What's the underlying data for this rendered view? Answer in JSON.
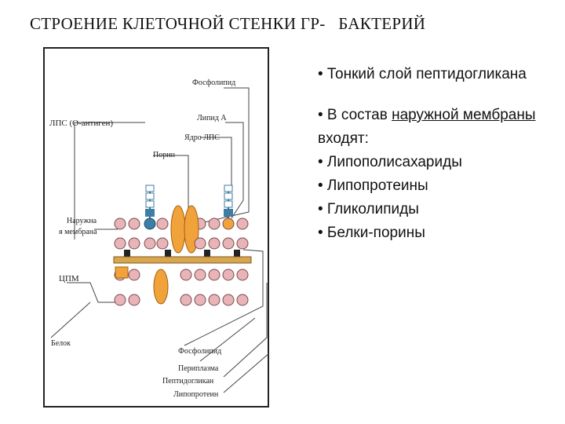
{
  "title": "СТРОЕНИЕ КЛЕТОЧНОЙ СТЕНКИ ГР-   БАКТЕРИЙ",
  "figure": {
    "labels": {
      "phospholipid_top": "Фосфолипид",
      "lipid_a": "Липид А",
      "lps": "ЛПС (О-антиген)",
      "lps_core": "Ядро ЛПС",
      "porin": "Порин",
      "outer_membrane_1": "Наружна",
      "outer_membrane_2": "я мембрана",
      "cpm": "ЦПМ",
      "protein": "Белок",
      "phospholipid_bottom": "Фосфолипид",
      "periplasm": "Периплазма",
      "peptidoglycan": "Пептидогликан",
      "lipoprotein": "Липопротеин"
    },
    "colors": {
      "head_fill": "#e8b4b8",
      "head_stroke": "#7a4a4a",
      "porin": "#f2a23a",
      "lps_square": "#3d7ea6",
      "anchor": "#222222",
      "peptidoglycan": "#d9a64e",
      "frame": "#222222"
    }
  },
  "bullets": {
    "b1": "• Тонкий слой пептидогликана",
    "b2_pre": "• В состав ",
    "b2_u": "наружной мембраны ",
    "b2_post": "входят:",
    "b3": "• Липополисахариды",
    "b4": "• Липопротеины",
    "b5": "• Гликолипиды",
    "b6": "• Белки-порины"
  }
}
